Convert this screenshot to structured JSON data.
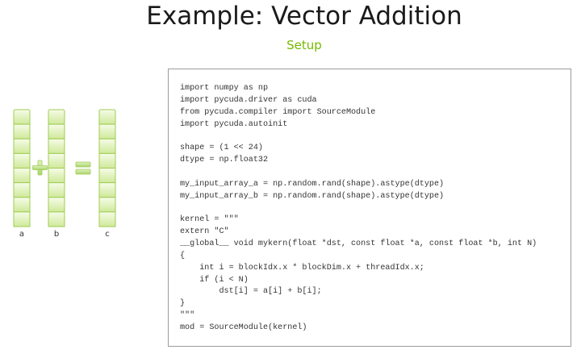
{
  "header": {
    "title": "Example: Vector Addition",
    "subtitle": "Setup"
  },
  "diagram": {
    "vector_labels": [
      "a",
      "b",
      "c"
    ],
    "plus_symbol": "plus",
    "equals_symbol": "equals",
    "cells_per_vector": 8,
    "colors": {
      "cell_fill_top": "#f4fbe4",
      "cell_fill_bottom": "#cfe99a",
      "cell_stroke": "#9fcc55",
      "operator_fill": "#b7dd74"
    }
  },
  "code": {
    "lines": [
      "import numpy as np",
      "import pycuda.driver as cuda",
      "from pycuda.compiler import SourceModule",
      "import pycuda.autoinit",
      "",
      "shape = (1 << 24)",
      "dtype = np.float32",
      "",
      "my_input_array_a = np.random.rand(shape).astype(dtype)",
      "my_input_array_b = np.random.rand(shape).astype(dtype)",
      "",
      "kernel = \"\"\"",
      "extern \"C\"",
      "__global__ void mykern(float *dst, const float *a, const float *b, int N)",
      "{",
      "    int i = blockIdx.x * blockDim.x + threadIdx.x;",
      "    if (i < N)",
      "        dst[i] = a[i] + b[i];",
      "}",
      "\"\"\"",
      "mod = SourceModule(kernel)"
    ]
  }
}
